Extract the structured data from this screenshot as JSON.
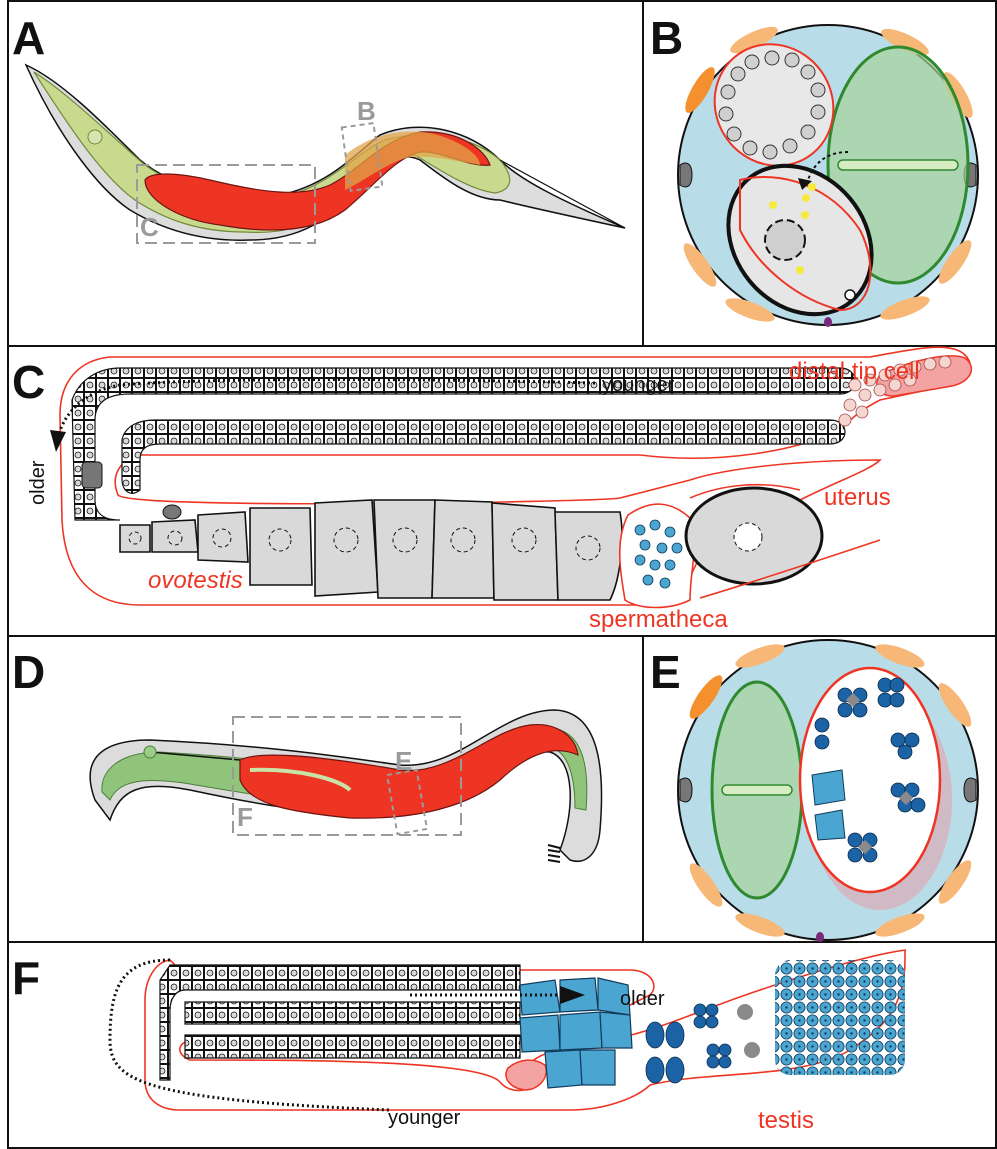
{
  "panels": {
    "a": "A",
    "b": "B",
    "c": "C",
    "d": "D",
    "e": "E",
    "f": "F"
  },
  "callouts": {
    "a_box_b": "B",
    "a_box_c": "C",
    "d_box_e": "E",
    "d_box_f": "F"
  },
  "panel_c": {
    "younger": "younger",
    "older": "older",
    "distal_tip_cell": "distal tip cell",
    "uterus": "uterus",
    "ovotestis": "ovotestis",
    "spermatheca": "spermatheca"
  },
  "panel_f": {
    "older": "older",
    "younger": "younger",
    "testis": "testis"
  },
  "colors": {
    "tissue_red": "#ee3524",
    "gut_green": "#8fc47a",
    "body_blue": "#b9dce9",
    "sperm_blue": "#4aa6d1",
    "dark_blue": "#1c63a6",
    "muscle_orange": "#f7b877",
    "oocyte_grey": "#d9d9d9"
  }
}
